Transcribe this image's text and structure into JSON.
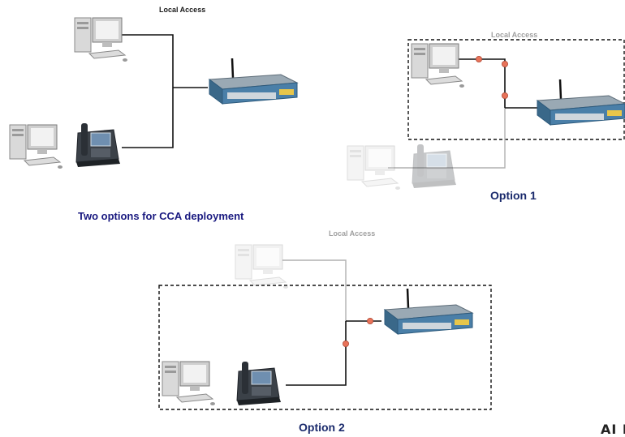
{
  "diagram": {
    "top_left": {
      "caption": "Local Access"
    },
    "option1": {
      "caption": "Local Access",
      "label": "Option 1"
    },
    "headline": "Two options for CCA deployment",
    "option2": {
      "caption": "Local Access",
      "label": "Option 2"
    },
    "corner_text": "AI F"
  },
  "icons": [
    "pc-icon",
    "ip-phone-icon",
    "router-icon",
    "link-dot-icon"
  ],
  "colors": {
    "link_dark": "#111111",
    "link_faded": "#b0b0b0",
    "link_dot": "#e8735a",
    "heading": "#1a1a80",
    "router_body": "#4a7fa8"
  }
}
